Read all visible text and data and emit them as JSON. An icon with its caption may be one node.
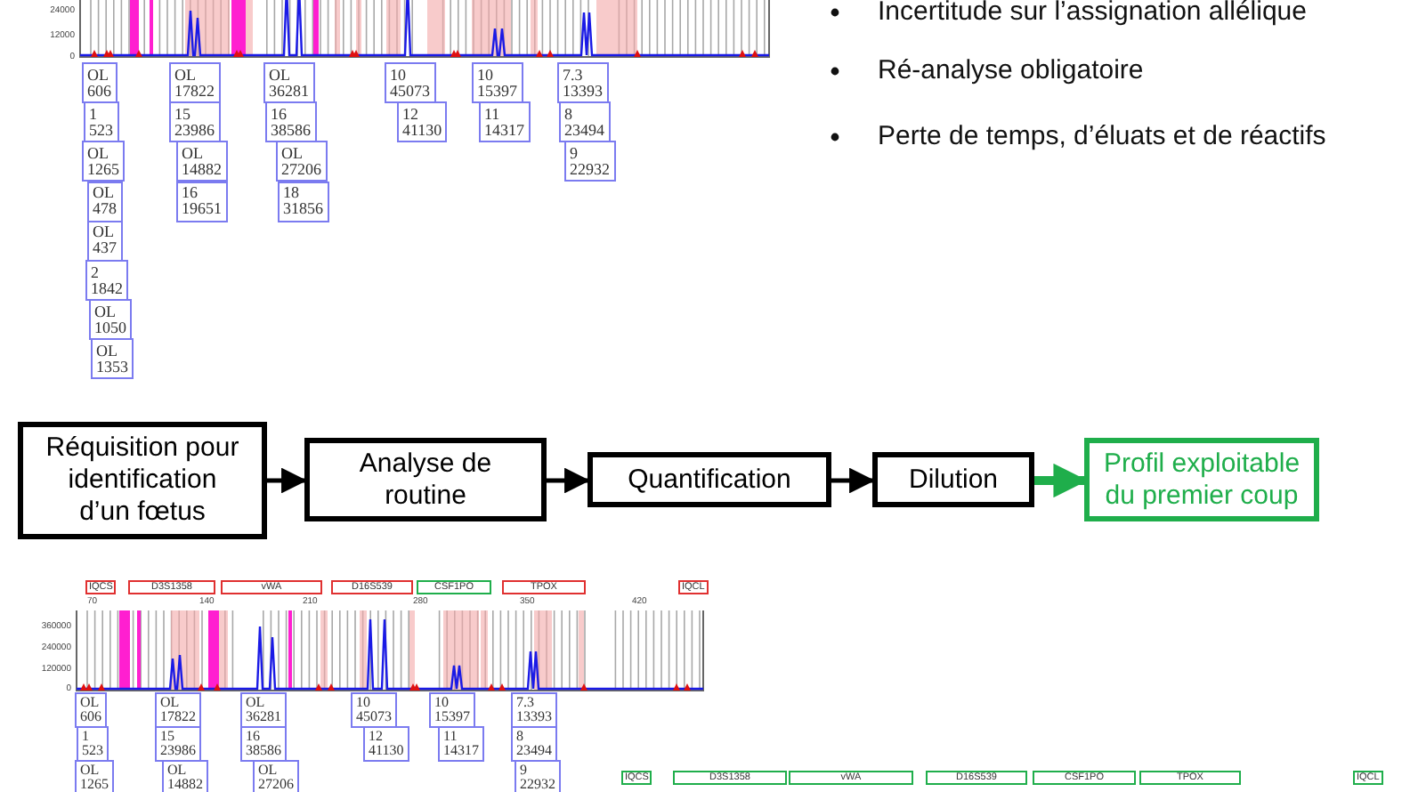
{
  "diagram": {
    "nodes": [
      {
        "text": [
          "Réquisition pour identification d’un fœtus"
        ]
      },
      {
        "text": [
          "Analyse de routine"
        ]
      },
      {
        "text": [
          "Quantification"
        ]
      },
      {
        "text": [
          "Dilution"
        ]
      },
      {
        "text": [
          "Profil exploitable du premier coup"
        ]
      }
    ],
    "edges": [
      {
        "from": 0,
        "to": 1,
        "arrow": "to"
      },
      {
        "from": 1,
        "to": 2,
        "arrow": "to"
      },
      {
        "from": 2,
        "to": 3,
        "arrow": "to"
      },
      {
        "from": 3,
        "to": 4,
        "arrow": "to",
        "style": "thick",
        "color": "#1fae4b"
      }
    ],
    "labels": [
      "Incertitude sur l’assignation allélique",
      "Ré-analyse obligatoire",
      "Perte de temps, d’éluats et de réactifs",
      "24000",
      "12000",
      "0",
      "OL 606",
      "1 523",
      "OL 1265",
      "OL 478",
      "OL 437",
      "2 1842",
      "OL 1050",
      "OL 1353",
      "OL 17822",
      "15 23986",
      "OL 14882",
      "16 19651",
      "OL 36281",
      "16 38586",
      "OL 27206",
      "18 31856",
      "10 45073",
      "12 41130",
      "10 15397",
      "11 14317",
      "7.3 13393",
      "8 23494",
      "9 22932",
      "IQCS",
      "D3S1358",
      "vWA",
      "D16S539",
      "CSF1PO",
      "TPOX",
      "IQCL",
      "70",
      "140",
      "210",
      "280",
      "350",
      "420",
      "360000",
      "240000",
      "120000",
      "0",
      "OL 606",
      "1 523",
      "OL 1265",
      "OL 17822",
      "15 23986",
      "OL 14882",
      "OL 36281",
      "16 38586",
      "OL 27206",
      "10 45073",
      "12 41130",
      "10 15397",
      "11 14317",
      "7.3 13393",
      "8 23494",
      "9 22932",
      "IQCS",
      "D3S1358",
      "vWA",
      "D16S539",
      "CSF1PO",
      "TPOX",
      "IQCL"
    ]
  }
}
